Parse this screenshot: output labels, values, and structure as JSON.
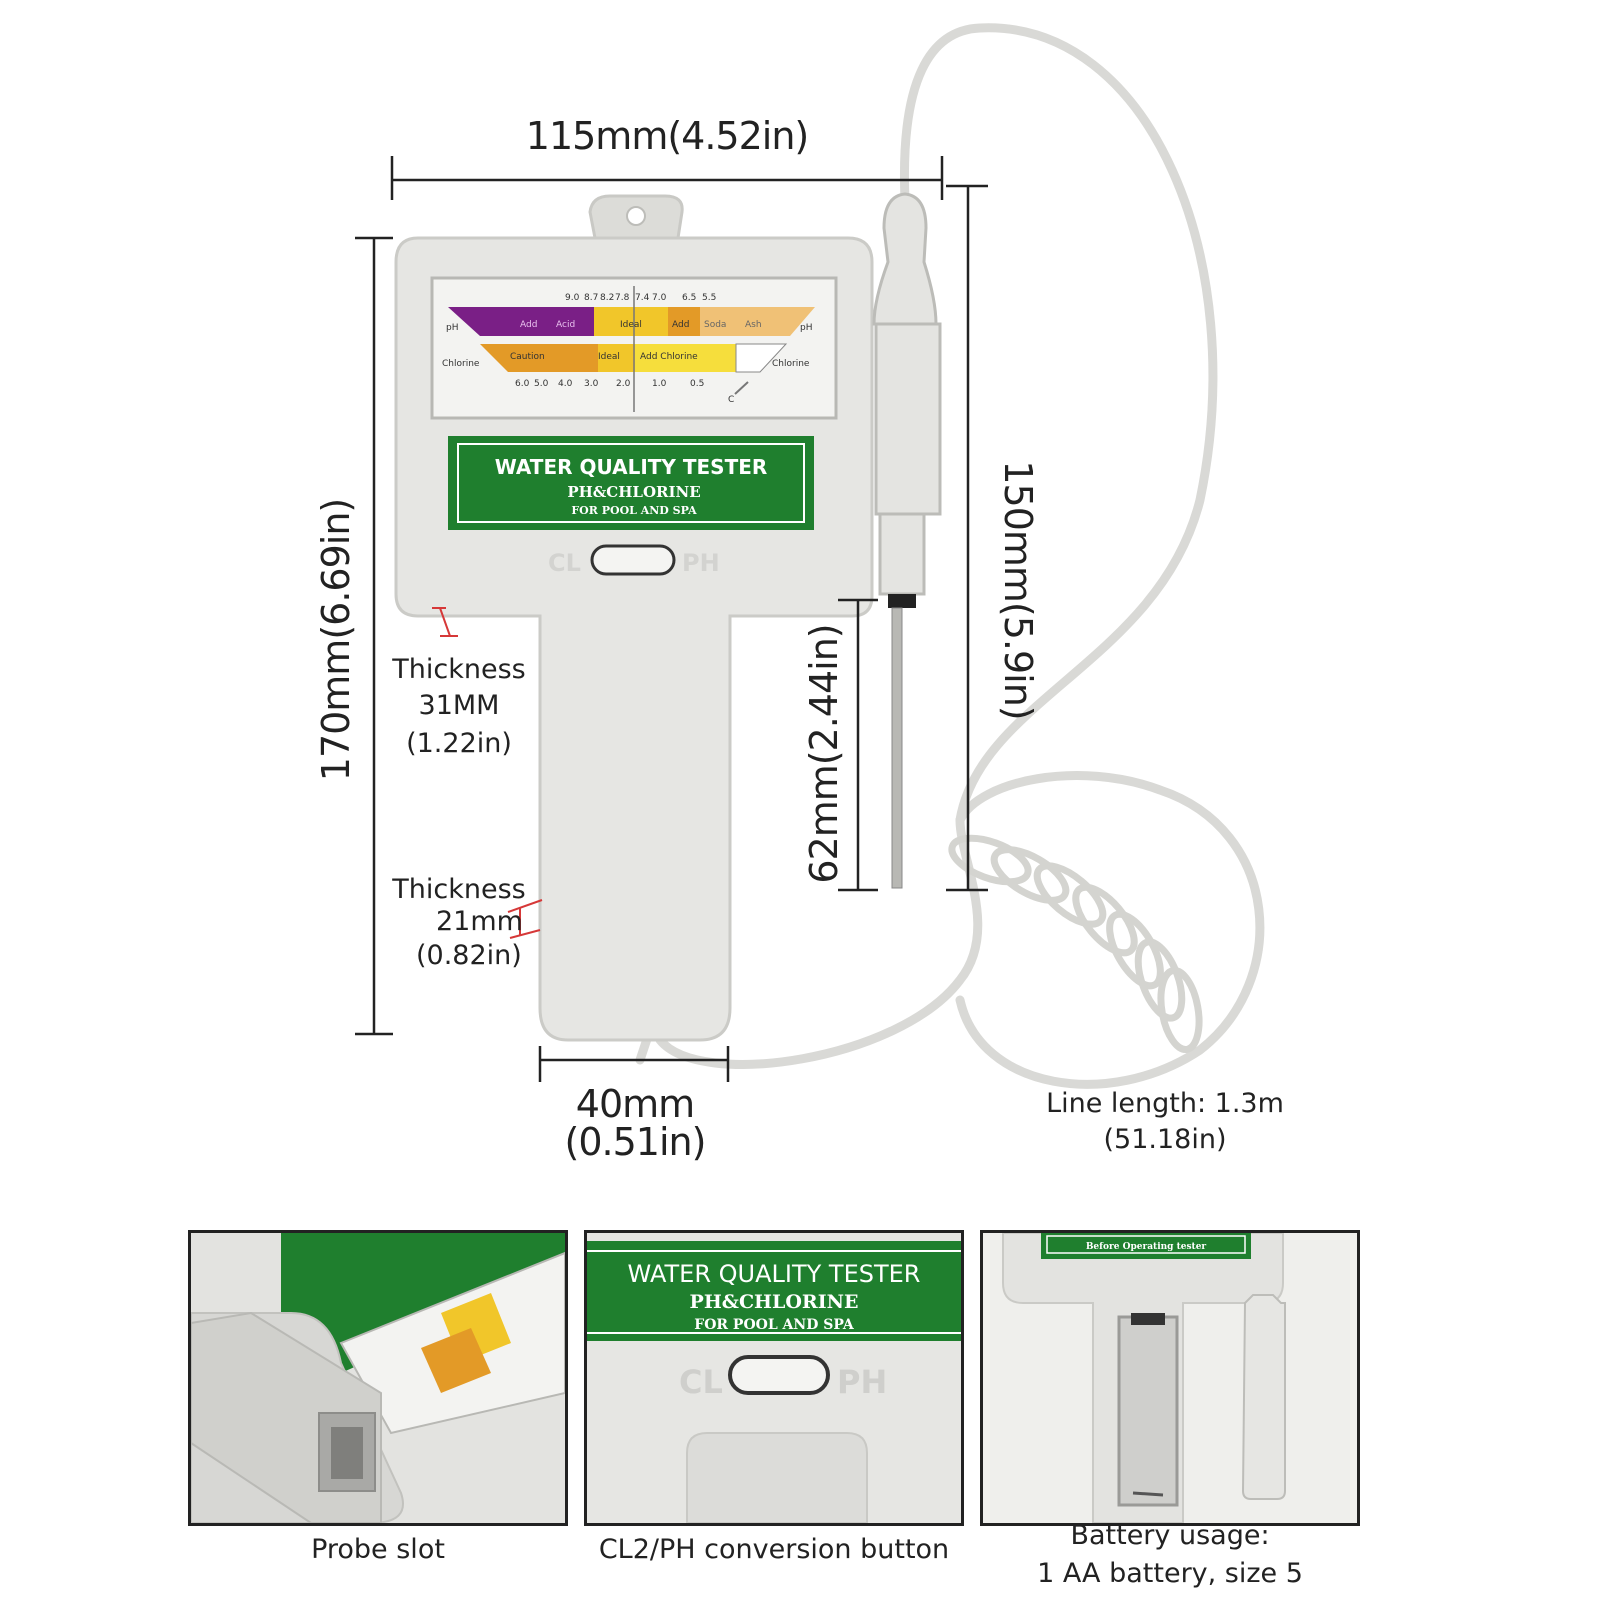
{
  "dimensions": {
    "width": "115mm(4.52in)",
    "height_total": "170mm(6.69in)",
    "height_body": "150mm(5.9in)",
    "probe": "62mm(2.44in)",
    "handle_width_mm": "40mm",
    "handle_width_in": "(0.51in)",
    "thickness_top": [
      "Thickness",
      "31MM",
      "(1.22in)"
    ],
    "thickness_bottom": [
      "Thickness",
      "21mm",
      "(0.82in)"
    ],
    "line_length": [
      "Line length: 1.3m",
      "(51.18in)"
    ]
  },
  "device": {
    "title": "WATER QUALITY TESTER",
    "subtitle": "PH&CHLORINE",
    "subtitle2": "FOR POOL AND SPA",
    "switch_left": "CL",
    "switch_right": "PH",
    "scale": {
      "ph_label": "pH",
      "chlorine_label": "Chlorine",
      "ph_ticks": [
        "9.0",
        "8.7",
        "8.2",
        "7.8",
        "7.4",
        "7.0",
        "6.5",
        "5.5"
      ],
      "ph_zones": [
        "Add",
        "Acid",
        "Ideal",
        "Add",
        "Soda",
        "Ash"
      ],
      "cl_zones": [
        "Caution",
        "Ideal",
        "Add Chlorine"
      ],
      "cl_ticks": [
        "6.0",
        "5.0",
        "4.0",
        "3.0",
        "2.0",
        "1.0",
        "0.5"
      ],
      "zero_mark": "C"
    }
  },
  "panels": [
    {
      "caption": "Probe slot"
    },
    {
      "caption": "CL2/PH conversion button"
    },
    {
      "caption_lines": [
        "Battery usage:",
        "1 AA battery, size 5"
      ],
      "sticker_text": "Before Operating tester"
    }
  ],
  "colors": {
    "device_body": "#e6e6e3",
    "device_edge": "#c9c9c5",
    "label_green": "#1f7f2e",
    "purple": "#7a1f86",
    "yellow": "#f1c62a",
    "orange": "#e39a27",
    "dim_line": "#222222"
  }
}
